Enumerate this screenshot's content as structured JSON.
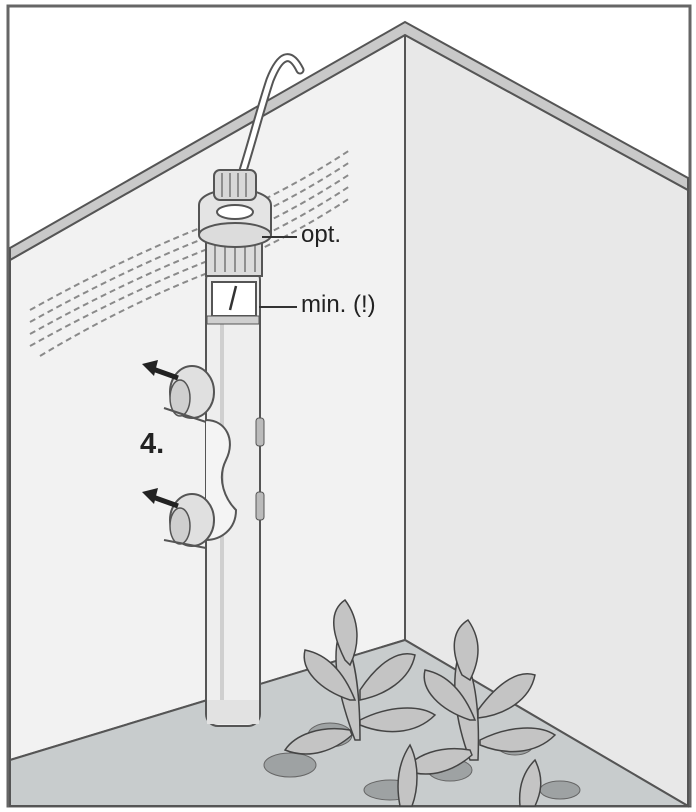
{
  "labels": {
    "optimal_water_level": "opt.",
    "minimum_water_level": "min. (!)",
    "step_number": "4."
  },
  "colors": {
    "frame": "#666666",
    "wall_light": "#f2f2f2",
    "wall_shade": "#e7e7e7",
    "floor": "#c9cccd",
    "ink": "#333333"
  }
}
